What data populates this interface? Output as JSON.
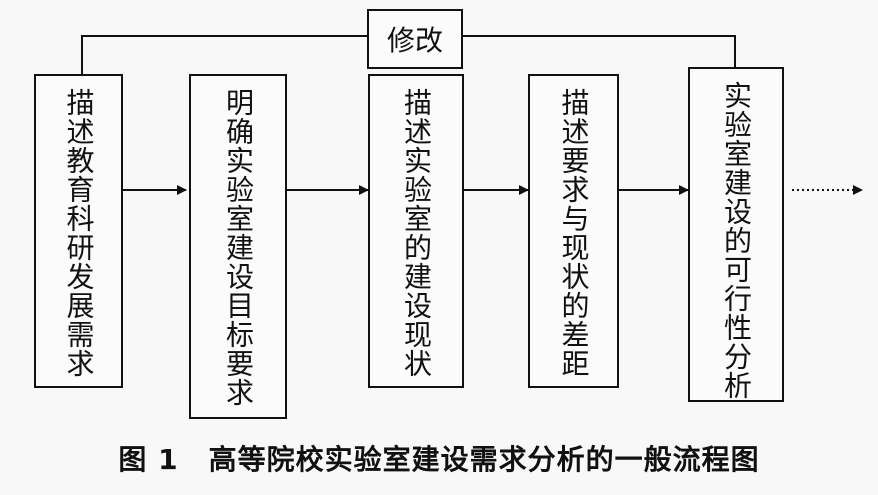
{
  "diagram": {
    "revise_label": "修改",
    "steps": [
      {
        "label": "描述教育科研发展需求"
      },
      {
        "label": "明确实验室建设目标要求"
      },
      {
        "label": "描述实验室的建设现状"
      },
      {
        "label": "描述要求与现状的差距"
      },
      {
        "label": "实验室建设的可行性分析"
      }
    ]
  },
  "caption": {
    "figure_number": "图 1",
    "title": "高等院校实验室建设需求分析的一般流程图"
  }
}
